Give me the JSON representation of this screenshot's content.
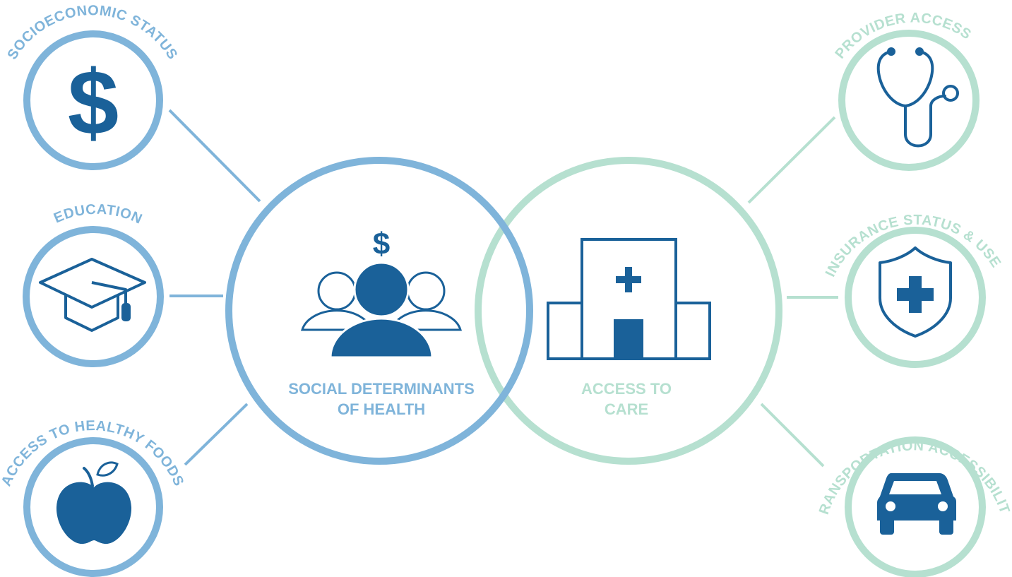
{
  "colors": {
    "social_ring": "#7fb4da",
    "access_ring": "#b6e0d0",
    "icon": "#1a6199",
    "background": "#ffffff"
  },
  "center": {
    "social": {
      "line1": "SOCIAL DETERMINANTS",
      "line2": "OF HEALTH",
      "icon": "people-dollar-icon"
    },
    "access": {
      "line1": "ACCESS TO",
      "line2": "CARE",
      "icon": "hospital-icon"
    }
  },
  "left_nodes": [
    {
      "label": "SOCIOECONOMIC STATUS",
      "icon": "dollar-icon"
    },
    {
      "label": "EDUCATION",
      "icon": "graduation-cap-icon"
    },
    {
      "label": "ACCESS TO HEALTHY FOODS",
      "icon": "apple-icon"
    }
  ],
  "right_nodes": [
    {
      "label": "PROVIDER ACCESS",
      "icon": "stethoscope-icon"
    },
    {
      "label": "INSURANCE STATUS & USE",
      "icon": "shield-cross-icon"
    },
    {
      "label": "TRANSPORTATION ACCESSIBILITY",
      "icon": "car-icon"
    }
  ]
}
